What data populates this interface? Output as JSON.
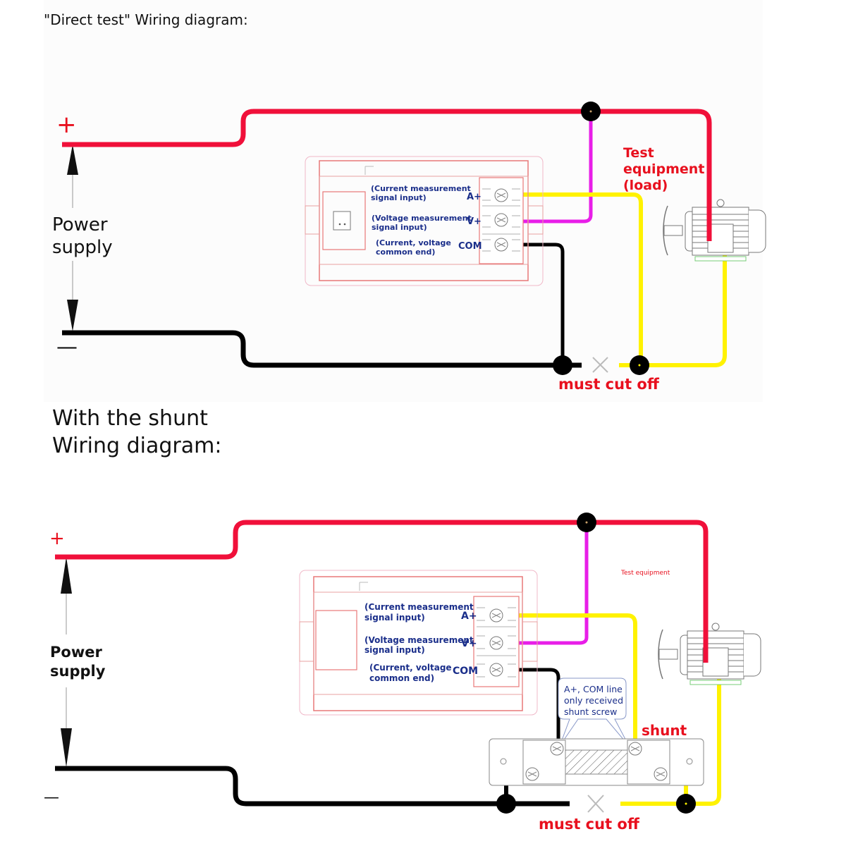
{
  "diagram1": {
    "title": "\"Direct test\" Wiring diagram:",
    "plus_sign": "+",
    "minus_sign": "—",
    "power_supply": [
      "Power",
      "supply"
    ],
    "meter": {
      "terminals": [
        {
          "id": "A+",
          "label": "A+",
          "desc": [
            "(Current measurement",
            "signal input)"
          ]
        },
        {
          "id": "V+",
          "label": "V+",
          "desc": [
            "(Voltage measurement",
            "signal input)"
          ]
        },
        {
          "id": "COM",
          "label": "COM",
          "desc": [
            "(Current, voltage",
            "common end)"
          ]
        }
      ]
    },
    "load_label": [
      "Test",
      "equipment",
      "(load)"
    ],
    "cut_label": "must cut off"
  },
  "diagram2": {
    "title": [
      "With the shunt",
      "Wiring diagram:"
    ],
    "plus_sign": "+",
    "minus_sign": "—",
    "power_supply": [
      "Power",
      "supply"
    ],
    "meter": {
      "terminals": [
        {
          "id": "A+",
          "label": "A+",
          "desc": [
            "(Current measurement",
            "signal input)"
          ]
        },
        {
          "id": "V+",
          "label": "V+",
          "desc": [
            "(Voltage measurement",
            "signal input)"
          ]
        },
        {
          "id": "COM",
          "label": "COM",
          "desc": [
            "(Current, voltage",
            "common end)"
          ]
        }
      ]
    },
    "load_label": "Test equipment",
    "callout": [
      "A+, COM line",
      "only received",
      "shunt screw"
    ],
    "shunt_label": "shunt",
    "cut_label": "must cut off"
  },
  "colors": {
    "positive_wire": "#f0103a",
    "negative_wire": "#000000",
    "current_wire": "#fff200",
    "voltage_wire": "#e81ee8",
    "label_red": "#e8101e",
    "label_blue": "#1a2e8a",
    "meter_outline": "#e87878"
  }
}
